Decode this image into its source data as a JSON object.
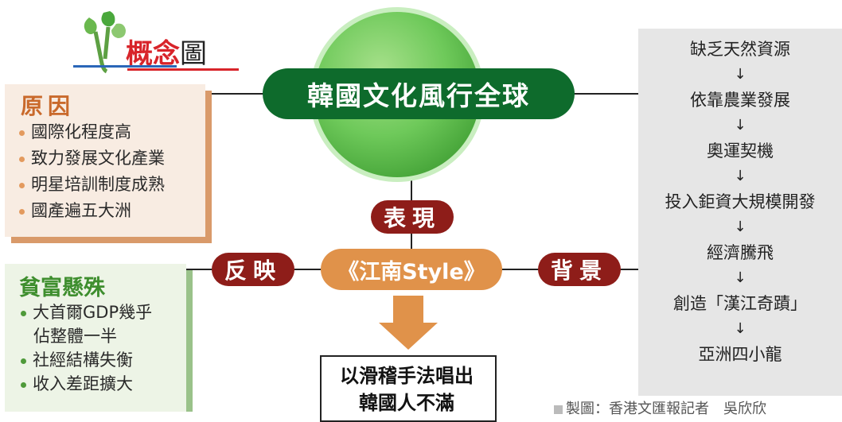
{
  "logo": {
    "bold_text": "概念",
    "plain_text": "圖"
  },
  "center": {
    "title": "韓國文化風行全球"
  },
  "cause": {
    "title": "原因",
    "items": [
      "國際化程度高",
      "致力發展文化產業",
      "明星培訓制度成熟",
      "國產遍五大洲"
    ]
  },
  "pills": {
    "biaoxian": "表現",
    "fanying": "反映",
    "beijing": "背景"
  },
  "gangnam": "《江南Style》",
  "result": {
    "line1": "以滑稽手法唱出",
    "line2": "韓國人不滿"
  },
  "rich_poor": {
    "title": "貧富懸殊",
    "item1_line1": "大首爾GDP幾乎",
    "item1_line2": "佔整體一半",
    "item2": "社經結構失衡",
    "item3": "收入差距擴大"
  },
  "background": {
    "steps": [
      "缺乏天然資源",
      "依靠農業發展",
      "奧運契機",
      "投入鉅資大規模開發",
      "經濟騰飛",
      "創造「漢江奇蹟」",
      "亞洲四小龍"
    ],
    "arrow_glyph": "↓"
  },
  "credit": "製圖：香港文匯報記者　吳欣欣",
  "colors": {
    "dark_green": "#0e6b2c",
    "dark_red": "#8e1d19",
    "orange": "#e0924a",
    "green_title": "#3e8e2e",
    "brown_title": "#c9692b"
  }
}
